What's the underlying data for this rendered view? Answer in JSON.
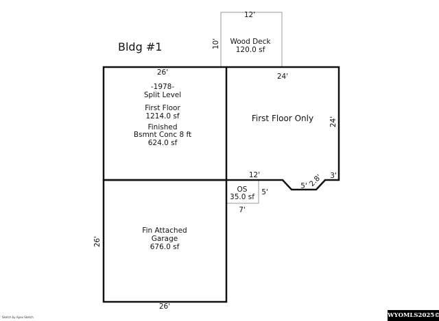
{
  "building_label": "Bldg #1",
  "deck": {
    "name": "Wood Deck",
    "area": "120.0 sf",
    "width": "12'",
    "depth": "10'"
  },
  "main_block": {
    "width_top": "26'",
    "year": "-1978-",
    "style": "Split Level",
    "first_floor_label": "First Floor",
    "first_floor_area": "1214.0 sf",
    "basement_label1": "Finished",
    "basement_label2": "Bsmnt Conc 8 ft",
    "basement_area": "624.0 sf"
  },
  "first_floor_only": {
    "name": "First Floor Only",
    "width": "24'",
    "depth": "24'",
    "bottom_segment": "12'",
    "notch_1": "5'",
    "notch_2": "2.8'",
    "notch_3": "3'"
  },
  "os": {
    "name": "OS",
    "area": "35.0 sf",
    "side": "5'",
    "bottom": "7'"
  },
  "garage": {
    "line1": "Fin Attached",
    "line2": "Garage",
    "area": "676.0 sf",
    "side": "26'",
    "bottom": "26'"
  },
  "credit": "Sketch by Apex Sketch",
  "watermark": "WYOMLS2025©"
}
